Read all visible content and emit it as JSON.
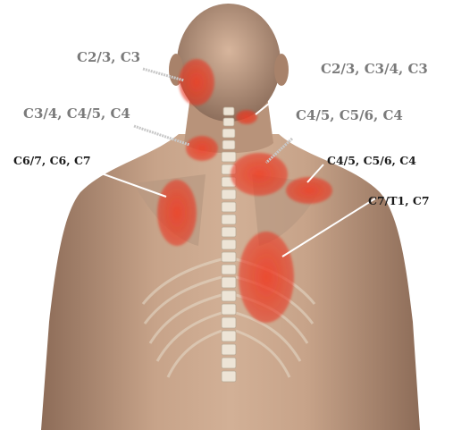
{
  "labels": [
    {
      "id": "c2-3-c3-left",
      "text": "C2/3, C3",
      "tone": "grey"
    },
    {
      "id": "c2-3-c3-4-c3-right",
      "text": "C2/3, C3/4, C3",
      "tone": "grey"
    },
    {
      "id": "c3-4-c4-5-c4-left",
      "text": "C3/4, C4/5, C4",
      "tone": "grey"
    },
    {
      "id": "c4-5-c5-6-c4-right",
      "text": "C4/5, C5/6, C4",
      "tone": "grey"
    },
    {
      "id": "c6-7-c6-c7",
      "text": "C6/7, C6, C7",
      "tone": "dark"
    },
    {
      "id": "c4-5-c5-6-c4-shoulder",
      "text": "C4/5, C5/6, C4",
      "tone": "dark"
    },
    {
      "id": "c7-t1-c7",
      "text": "C7/T1, C7",
      "tone": "dark"
    }
  ],
  "colors": {
    "pain_zone": "#e8321e",
    "skin": "#c9a48a",
    "skin_shadow": "#9c7a64",
    "bone": "#ede4d6",
    "leader_dark": "#ffffff",
    "leader_grey": "#c8c8c8"
  }
}
